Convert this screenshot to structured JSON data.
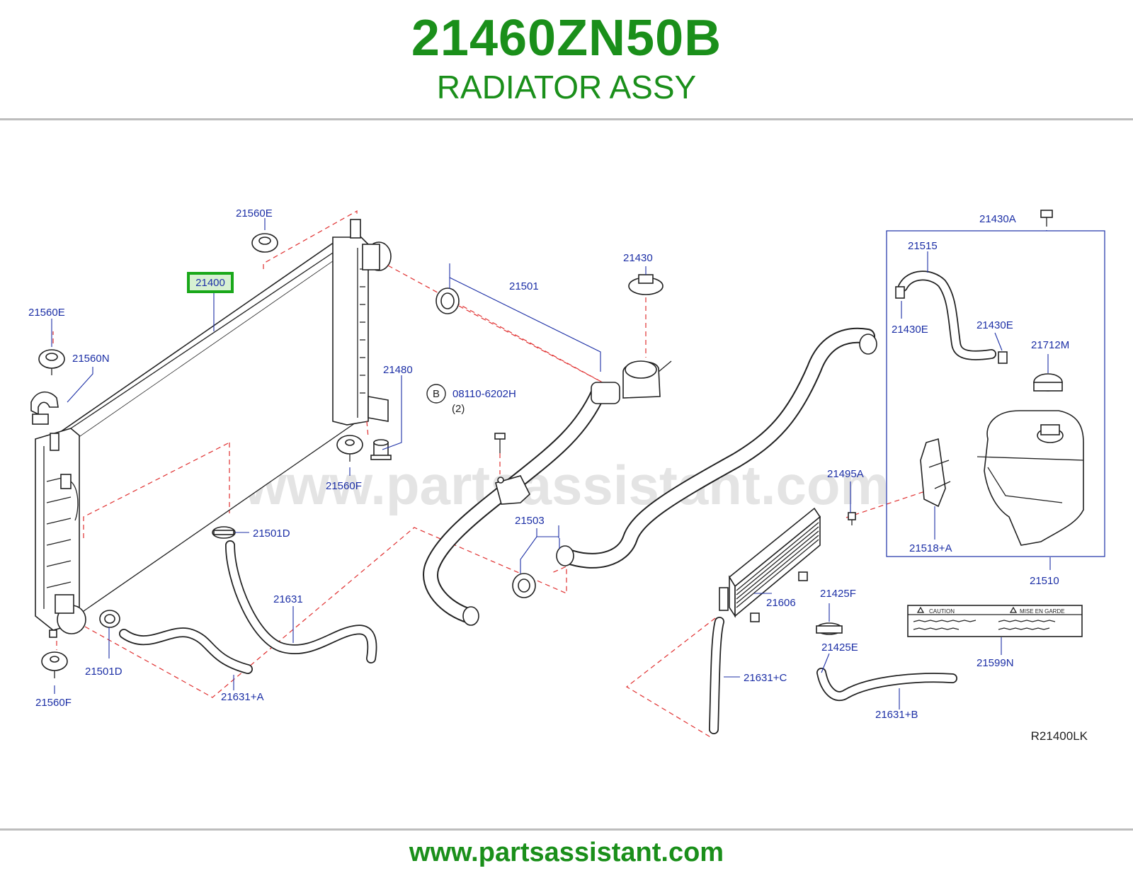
{
  "header": {
    "part_number": "21460ZN50B",
    "part_name": "RADIATOR ASSY"
  },
  "diagram": {
    "watermark": "www.partsassistant.com",
    "highlight_color": "#1aa81a",
    "highlighted_part": "21400",
    "diagram_code": "R21400LK",
    "bolt_symbol": "B",
    "bolt_part": "08110-6202H",
    "bolt_qty": "(2)",
    "labels": {
      "p21560e_top": "21560E",
      "p21400": "21400",
      "p21560e_left": "21560E",
      "p21560n": "21560N",
      "p21480": "21480",
      "p21560f_right": "21560F",
      "p21501": "21501",
      "p21430": "21430",
      "p21501d_mid": "21501D",
      "p21631": "21631",
      "p21501d_bottom": "21501D",
      "p21560f_left": "21560F",
      "p21631a": "21631+A",
      "p21503": "21503",
      "p21495a": "21495A",
      "p21606": "21606",
      "p21631c": "21631+C",
      "p21425f": "21425F",
      "p21425e": "21425E",
      "p21631b": "21631+B",
      "p21430a": "21430A",
      "p21515": "21515",
      "p21430e_left": "21430E",
      "p21430e_right": "21430E",
      "p21712m": "21712M",
      "p21518a": "21518+A",
      "p21510": "21510",
      "p21599n": "21599N"
    },
    "caution_label": {
      "left_title": "CAUTION",
      "right_title": "MISE EN GARDE"
    }
  },
  "footer": {
    "url": "www.partsassistant.com"
  }
}
